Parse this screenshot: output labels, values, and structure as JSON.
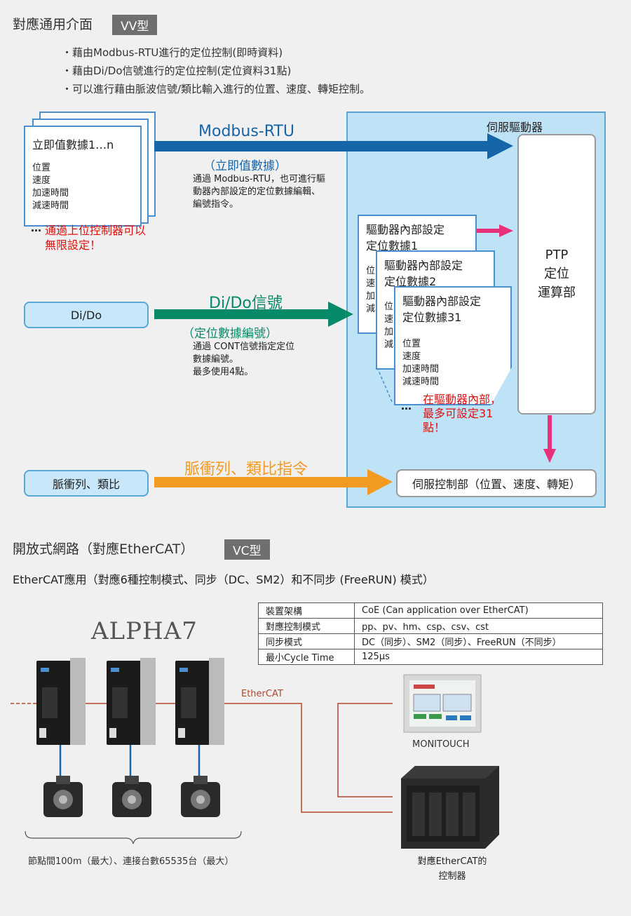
{
  "section1": {
    "title": "對應通用介面",
    "badge": "VV型",
    "bullets": [
      "・藉由Modbus-RTU進行的定位控制(即時資料)",
      "・藉由Di/Do信號進行的定位控制(定位資料31點)",
      "・可以進行藉由脈波信號/類比輸入進行的位置、速度、轉矩控制。"
    ],
    "immediate_card": {
      "title": "立即值數據1…n",
      "items": [
        "位置",
        "速度",
        "加速時間",
        "減速時間"
      ],
      "ellipsis": "…",
      "note_line1": "通過上位控制器可以",
      "note_line2": "無限設定！"
    },
    "modbus": {
      "label": "Modbus-RTU",
      "sub": "（立即值數據）",
      "desc": [
        "通過 Modbus-RTU，也可進行驅",
        "動器內部設定的定位數據編輯、",
        "編號指令。"
      ]
    },
    "dido_box": "Di/Do",
    "dido": {
      "label": "Di/Do信號",
      "sub": "（定位數據編號）",
      "desc": [
        "通過 CONT信號指定定位",
        "數據編號。",
        "最多使用4點。"
      ]
    },
    "pulse_box": "脈衝列、類比",
    "pulse_label": "脈衝列、類比指令",
    "servo_driver": "伺服驅動器",
    "ptp": [
      "PTP",
      "定位",
      "運算部"
    ],
    "servo_ctrl": "伺服控制部（位置、速度、轉矩）",
    "internal_cards": [
      {
        "line1": "驅動器內部設定",
        "line2": "定位數據1",
        "items": [
          "位",
          "速",
          "加",
          "減"
        ]
      },
      {
        "line1": "驅動器內部設定",
        "line2": "定位數據2",
        "items": [
          "位",
          "速",
          "加",
          "減"
        ]
      },
      {
        "line1": "驅動器內部設定",
        "line2": "定位數據31",
        "items": [
          "位置",
          "速度",
          "加速時間",
          "減速時間"
        ]
      }
    ],
    "internal_ellipsis": "…",
    "internal_note": [
      "在驅動器內部，",
      "最多可設定31",
      "點！"
    ]
  },
  "section2": {
    "title": "開放式網路（對應EtherCAT）",
    "badge": "VC型",
    "subtitle": "EtherCAT應用（對應6種控制模式、同步（DC、SM2）和不同步 (FreeRUN) 模式）",
    "spec_table": [
      [
        "裝置架構",
        "CoE (Can application over EtherCAT)"
      ],
      [
        "對應控制模式",
        "pp、pv、hm、csp、csv、cst"
      ],
      [
        "同步模式",
        "DC（同步）、SM2（同步）、FreeRUN（不同步）"
      ],
      [
        "最小Cycle Time",
        "125μs"
      ]
    ],
    "alpha7": "ALPHA7",
    "ethercat": "EtherCAT",
    "monitouch": "MONITOUCH",
    "range_note": "節點間100m（最大）、連接台數65535台（最大）",
    "controller_line1": "對應EtherCAT的",
    "controller_line2": "控制器"
  },
  "colors": {
    "modbus_arrow": "#1565a8",
    "dido_arrow": "#068a6a",
    "pulse_arrow": "#f39a21",
    "internal_arrow": "#e8317a",
    "note_red": "#e01010",
    "ethercat_line": "#b5452d"
  }
}
